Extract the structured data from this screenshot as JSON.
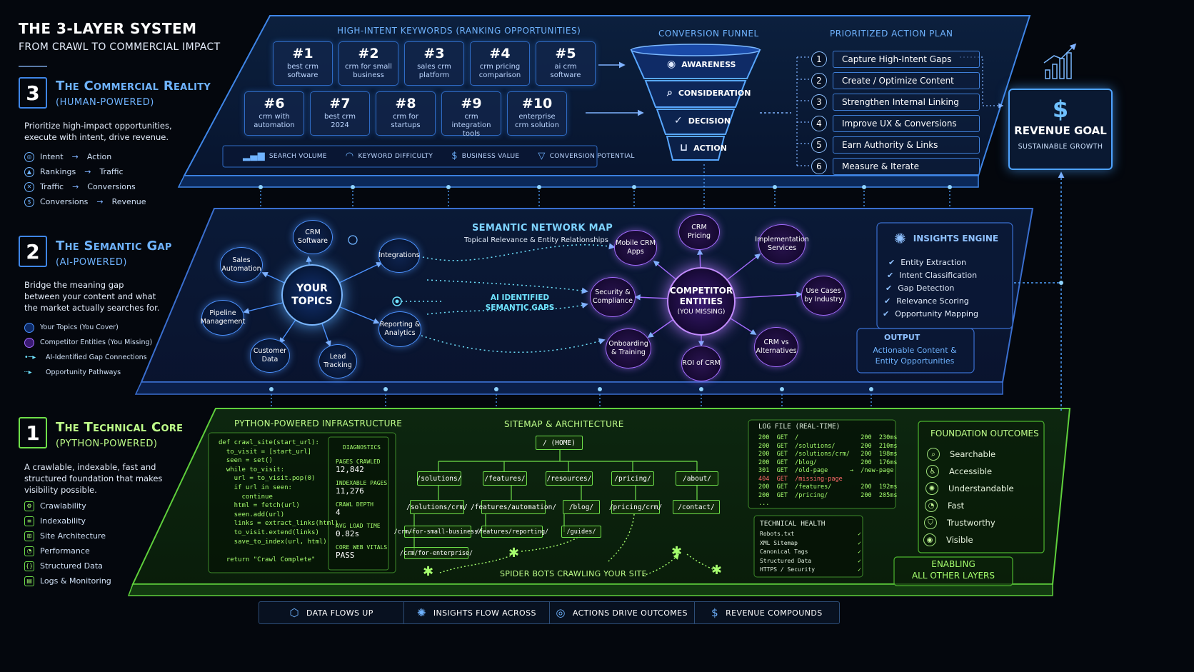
{
  "header": {
    "title": "THE 3-LAYER SYSTEM",
    "subtitle": "FROM CRAWL TO COMMERCIAL IMPACT"
  },
  "legend": {
    "layer3": {
      "num": "3",
      "name": "The Commercial Reality",
      "power": "(HUMAN-POWERED)",
      "desc": "Prioritize high-impact opportunities, execute with intent, drive revenue.",
      "flows": [
        {
          "from": "Intent",
          "to": "Action"
        },
        {
          "from": "Rankings",
          "to": "Traffic"
        },
        {
          "from": "Traffic",
          "to": "Conversions"
        },
        {
          "from": "Conversions",
          "to": "Revenue"
        }
      ]
    },
    "layer2": {
      "num": "2",
      "name": "The Semantic Gap",
      "power": "(AI-POWERED)",
      "desc": "Bridge the meaning gap between your content and what the market actually searches for.",
      "keys": [
        "Your Topics (You Cover)",
        "Competitor Entities (You Missing)",
        "AI-Identified Gap Connections",
        "Opportunity Pathways"
      ]
    },
    "layer1": {
      "num": "1",
      "name": "The Technical Core",
      "power": "(PYTHON-POWERED)",
      "desc": "A crawlable, indexable, fast and structured foundation that makes visibility possible.",
      "items": [
        "Crawlability",
        "Indexability",
        "Site Architecture",
        "Performance",
        "Structured Data",
        "Logs & Monitoring"
      ]
    }
  },
  "layer3": {
    "keywords_title": "HIGH-INTENT KEYWORDS (RANKING OPPORTUNITIES)",
    "keywords": [
      {
        "rank": "#1",
        "text": "best crm software"
      },
      {
        "rank": "#2",
        "text": "crm for small business"
      },
      {
        "rank": "#3",
        "text": "sales crm platform"
      },
      {
        "rank": "#4",
        "text": "crm pricing comparison"
      },
      {
        "rank": "#5",
        "text": "ai crm software"
      },
      {
        "rank": "#6",
        "text": "crm with automation"
      },
      {
        "rank": "#7",
        "text": "best crm 2024"
      },
      {
        "rank": "#8",
        "text": "crm for startups"
      },
      {
        "rank": "#9",
        "text": "crm integration tools"
      },
      {
        "rank": "#10",
        "text": "enterprise crm solution"
      }
    ],
    "metrics": [
      "SEARCH VOLUME",
      "KEYWORD DIFFICULTY",
      "BUSINESS VALUE",
      "CONVERSION POTENTIAL"
    ],
    "funnel_title": "CONVERSION FUNNEL",
    "funnel": [
      "AWARENESS",
      "CONSIDERATION",
      "DECISION",
      "ACTION"
    ],
    "plan_title": "PRIORITIZED ACTION PLAN",
    "plan": [
      {
        "num": "1",
        "text": "Capture High-Intent Gaps"
      },
      {
        "num": "2",
        "text": "Create / Optimize Content"
      },
      {
        "num": "3",
        "text": "Strengthen Internal Linking"
      },
      {
        "num": "4",
        "text": "Improve UX & Conversions"
      },
      {
        "num": "5",
        "text": "Earn Authority & Links"
      },
      {
        "num": "6",
        "text": "Measure & Iterate"
      }
    ],
    "revenue": {
      "symbol": "$",
      "title": "REVENUE GOAL",
      "sub": "SUSTAINABLE GROWTH"
    }
  },
  "layer2": {
    "title": "SEMANTIC NETWORK MAP",
    "subtitle": "Topical Relevance & Entity Relationships",
    "your_hub": "YOUR TOPICS",
    "your_nodes": [
      "CRM Software",
      "Sales Automation",
      "Integrations",
      "Pipeline Management",
      "Reporting & Analytics",
      "Customer Data",
      "Lead Tracking"
    ],
    "gap_label": "AI IDENTIFIED SEMANTIC GAPS",
    "comp_hub": {
      "title": "COMPETITOR ENTITIES",
      "sub": "(YOU MISSING)"
    },
    "comp_nodes": [
      "CRM Pricing",
      "Mobile CRM Apps",
      "Implementation Services",
      "Security & Compliance",
      "Use Cases by Industry",
      "Onboarding & Training",
      "CRM vs Alternatives",
      "ROI of CRM"
    ],
    "insights_title": "INSIGHTS ENGINE",
    "insights": [
      "Entity Extraction",
      "Intent Classification",
      "Gap Detection",
      "Relevance Scoring",
      "Opportunity Mapping"
    ],
    "output_title": "OUTPUT",
    "output_text": "Actionable Content & Entity Opportunities"
  },
  "layer1": {
    "python_title": "PYTHON-POWERED INFRASTRUCTURE",
    "code": "def crawl_site(start_url):\n  to_visit = [start_url]\n  seen = set()\n  while to_visit:\n    url = to_visit.pop(0)\n    if url in seen:\n      continue\n    html = fetch(url)\n    seen.add(url)\n    links = extract_links(html)\n    to_visit.extend(links)\n    save_to_index(url, html)\n\n  return \"Crawl Complete\"",
    "diagnostics_title": "DIAGNOSTICS",
    "diagnostics": [
      {
        "label": "PAGES CRAWLED",
        "value": "12,842"
      },
      {
        "label": "INDEXABLE PAGES",
        "value": "11,276"
      },
      {
        "label": "CRAWL DEPTH",
        "value": "4"
      },
      {
        "label": "AVG LOAD TIME",
        "value": "0.82s"
      },
      {
        "label": "CORE WEB VITALS",
        "value": "PASS"
      }
    ],
    "sitemap_title": "SITEMAP & ARCHITECTURE",
    "sitemap": {
      "home": "/ (HOME)",
      "l1": [
        "/solutions/",
        "/features/",
        "/resources/",
        "/pricing/",
        "/about/"
      ],
      "l2": [
        "/solutions/crm/",
        "/features/automation/",
        "/blog/",
        "/pricing/crm/",
        "/contact/"
      ],
      "l3": [
        "/crm/for-small-business/",
        "/features/reporting/",
        "/guides/",
        "/crm/for-enterprise/"
      ]
    },
    "spider_label": "SPIDER BOTS CRAWLING YOUR SITE",
    "log_title": "LOG FILE (REAL-TIME)",
    "log": [
      {
        "row": "200  GET  /                 200  230ms",
        "err": false
      },
      {
        "row": "200  GET  /solutions/       200  210ms",
        "err": false
      },
      {
        "row": "200  GET  /solutions/crm/   200  198ms",
        "err": false
      },
      {
        "row": "200  GET  /blog/            200  176ms",
        "err": false
      },
      {
        "row": "301  GET  /old-page      →  /new-page",
        "err": false
      },
      {
        "row": "404  GET  /missing-page",
        "err": true
      },
      {
        "row": "200  GET  /features/        200  192ms",
        "err": false
      },
      {
        "row": "200  GET  /pricing/         200  205ms",
        "err": false
      },
      {
        "row": "...",
        "err": false
      }
    ],
    "health_title": "TECHNICAL HEALTH",
    "health": [
      "Robots.txt",
      "XML Sitemap",
      "Canonical Tags",
      "Structured Data",
      "HTTPS / Security"
    ],
    "outcomes_title": "FOUNDATION OUTCOMES",
    "outcomes": [
      "Searchable",
      "Accessible",
      "Understandable",
      "Fast",
      "Trustworthy",
      "Visible"
    ],
    "enabling": {
      "line1": "ENABLING",
      "line2": "ALL OTHER LAYERS"
    }
  },
  "bottom": [
    "DATA FLOWS UP",
    "INSIGHTS FLOW ACROSS",
    "ACTIONS DRIVE OUTCOMES",
    "REVENUE COMPOUNDS"
  ],
  "colors": {
    "blue": "#4c92ff",
    "purple": "#a46bff",
    "green": "#6fe04a",
    "cyan": "#6fe3ff"
  }
}
